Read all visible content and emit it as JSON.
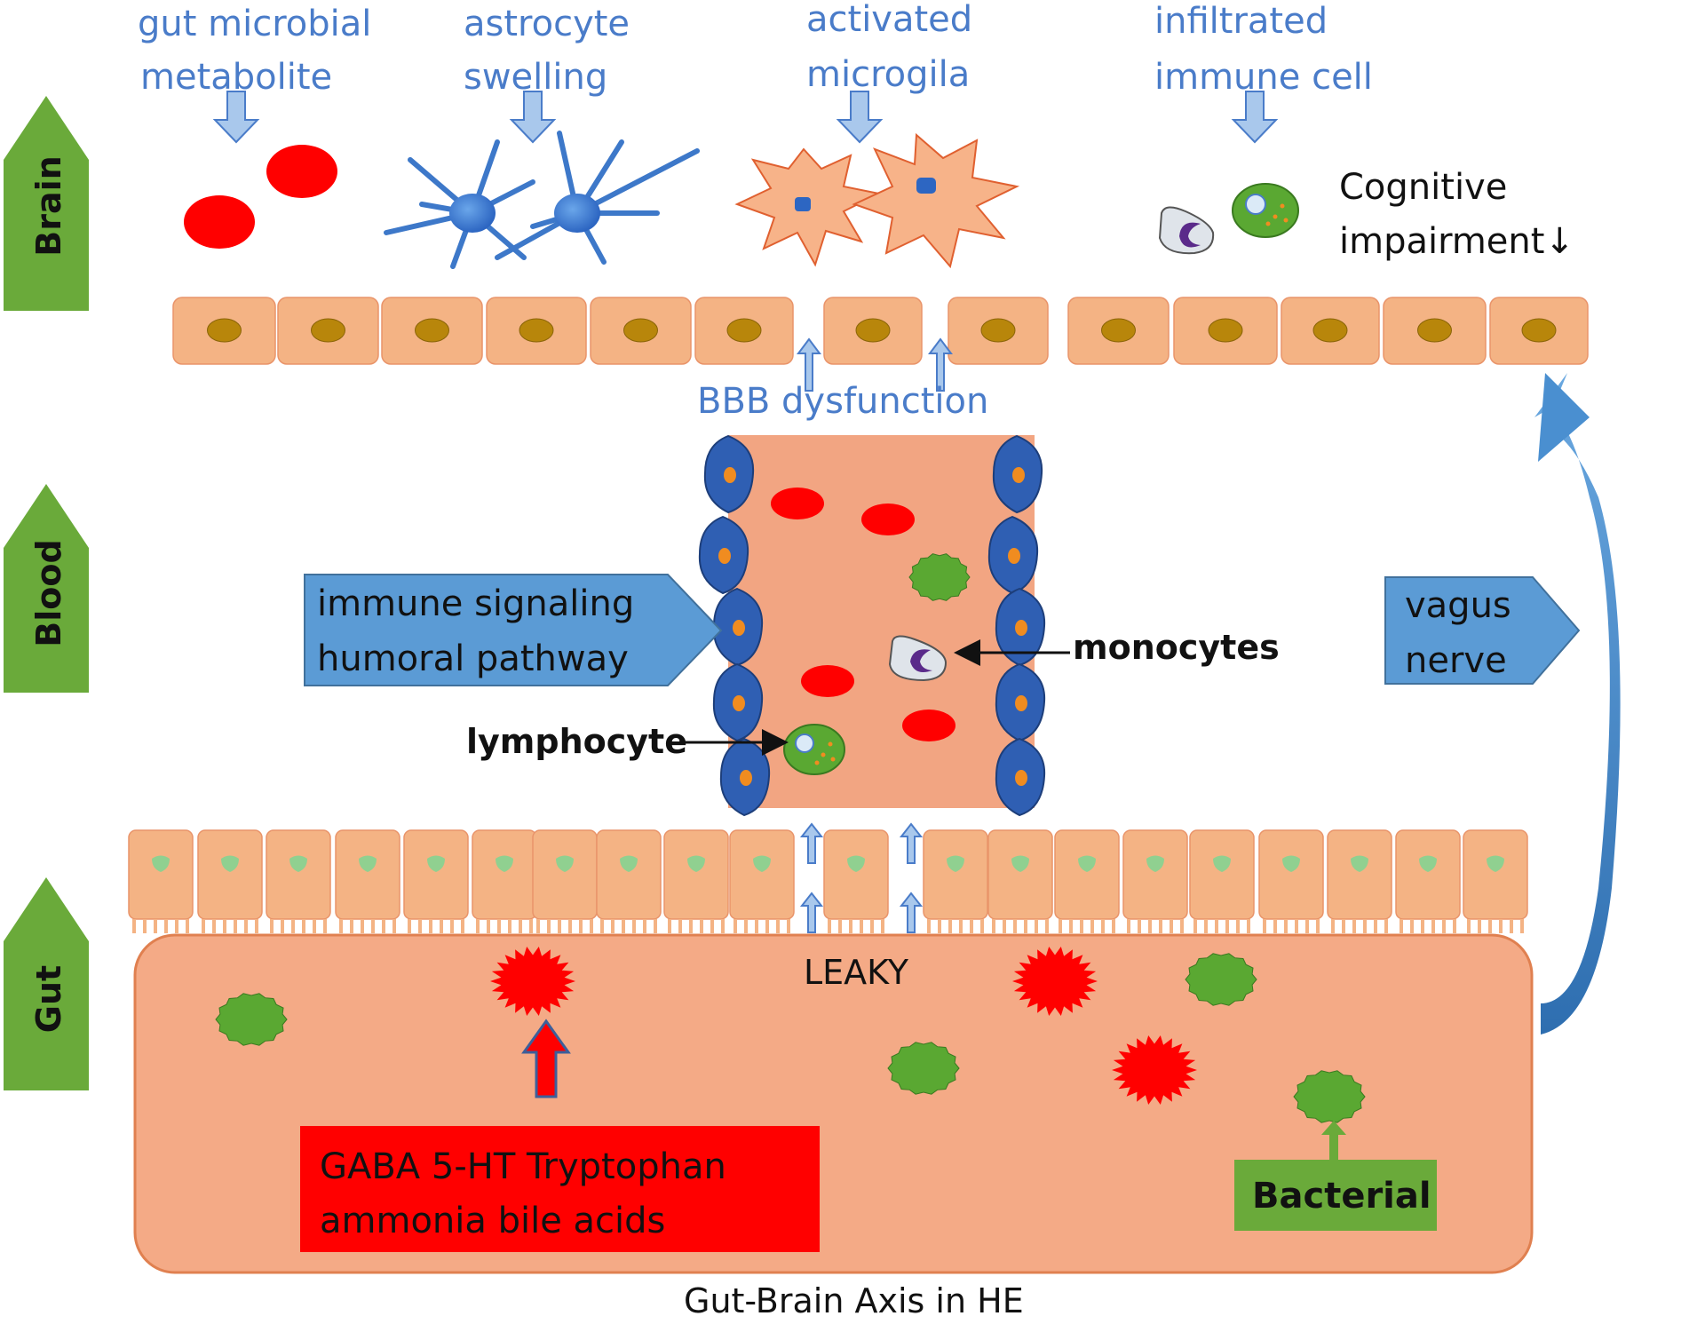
{
  "sections": {
    "brain": "Brain",
    "blood": "Blood",
    "gut": "Gut"
  },
  "brain_labels": {
    "metabolite_line1": "gut microbial",
    "metabolite_line2": "metabolite",
    "astrocyte_line1": "astrocyte",
    "astrocyte_line2": "swelling",
    "microglia_line1": "activated",
    "microglia_line2": "microgila",
    "immune_line1": "infiltrated",
    "immune_line2": "immune cell",
    "cognitive_line1": "Cognitive",
    "cognitive_line2": "impairment↓"
  },
  "bbb_label": "BBB dysfunction",
  "blood_labels": {
    "immune_line1": "immune signaling",
    "immune_line2": "humoral pathway",
    "vagus_line1": "vagus",
    "vagus_line2": "nerve",
    "monocytes": "monocytes",
    "lymphocyte": "lymphocyte"
  },
  "gut_labels": {
    "leaky": "LEAKY",
    "metabolites_line1": "GABA  5-HT   Tryptophan",
    "metabolites_line2": "ammonia  bile acids",
    "bacterial": "Bacterial"
  },
  "caption": "Gut-Brain Axis in HE",
  "colors": {
    "section_arrow": "#6aaa3a",
    "label_blue": "#4a7cc9",
    "cell_tan": "#f4b384",
    "nucleus": "#b8860b",
    "vessel": "#f2a582",
    "endothelial": "#2f5fb3",
    "red_cell": "#ff0000",
    "bacteria_green": "#5aa832",
    "metabolite_box": "#ff0000",
    "bacterial_box": "#6aaa3a",
    "callout_blue": "#5b9bd5"
  }
}
